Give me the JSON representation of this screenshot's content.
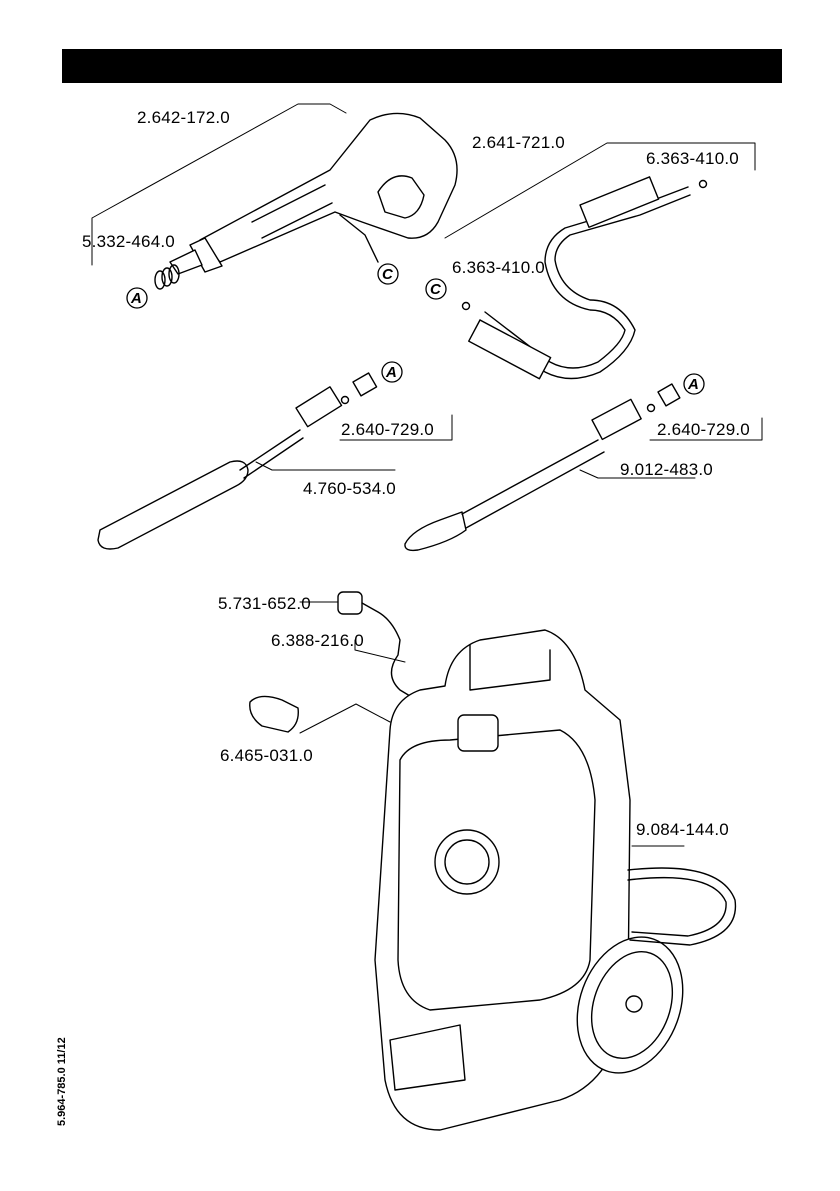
{
  "parts": {
    "gun": "2.642-172.0",
    "hose": "2.641-721.0",
    "oring_top": "6.363-410.0",
    "nozzle_seal": "5.332-464.0",
    "oring_mid": "6.363-410.0",
    "nut_left": "2.640-729.0",
    "lance_left": "4.760-534.0",
    "nut_right": "2.640-729.0",
    "lance_right": "9.012-483.0",
    "filter": "5.731-652.0",
    "suction_hose": "6.388-216.0",
    "adapter": "6.465-031.0",
    "hose_reel": "9.084-144.0"
  },
  "markers": {
    "a": "A",
    "c": "C"
  },
  "document": {
    "number": "5.964-785.0  11/12"
  }
}
